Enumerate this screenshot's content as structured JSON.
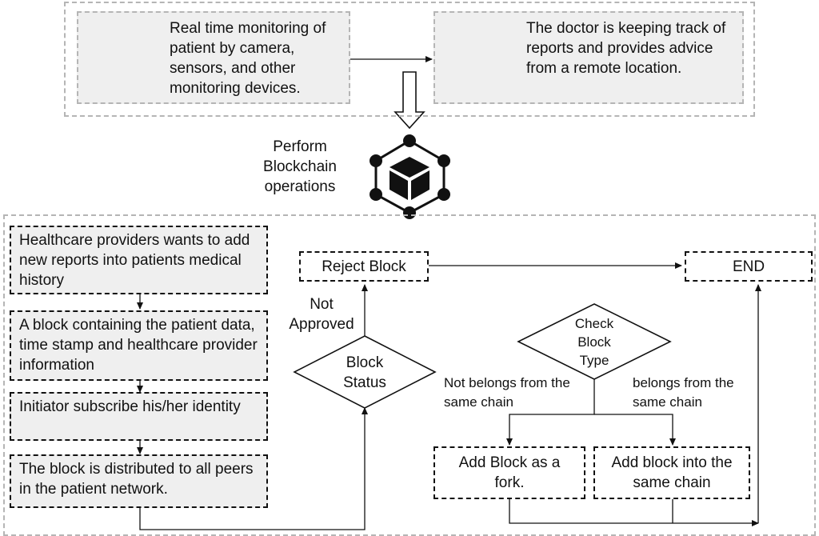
{
  "top": {
    "monitoring_text": "Real time monitoring of patient by camera, sensors, and other monitoring devices.",
    "doctor_text": "The doctor is keeping track of reports and provides advice from a remote location."
  },
  "blockchain": {
    "label": "Perform Blockchain operations"
  },
  "steps": [
    "Healthcare providers wants to add new reports into patients medical history",
    "A block containing the patient data, time stamp and healthcare provider information",
    "Initiator subscribe his/her identity",
    "The block is distributed to all peers in the patient network."
  ],
  "decision": {
    "block_status": "Block Status",
    "not_approved": "Not Approved",
    "reject_block": "Reject Block",
    "check_block_type": "Check Block Type",
    "not_same_chain": "Not belongs from the same chain",
    "same_chain": "belongs from the same chain",
    "add_fork": "Add Block as a fork.",
    "add_same_chain": "Add block into the same chain",
    "end": "END"
  },
  "icons": [
    "cctv-camera-icon",
    "patient-bed-icon",
    "shield-icon",
    "doctor-icon",
    "clipboard-icon",
    "blockchain-network-icon"
  ]
}
